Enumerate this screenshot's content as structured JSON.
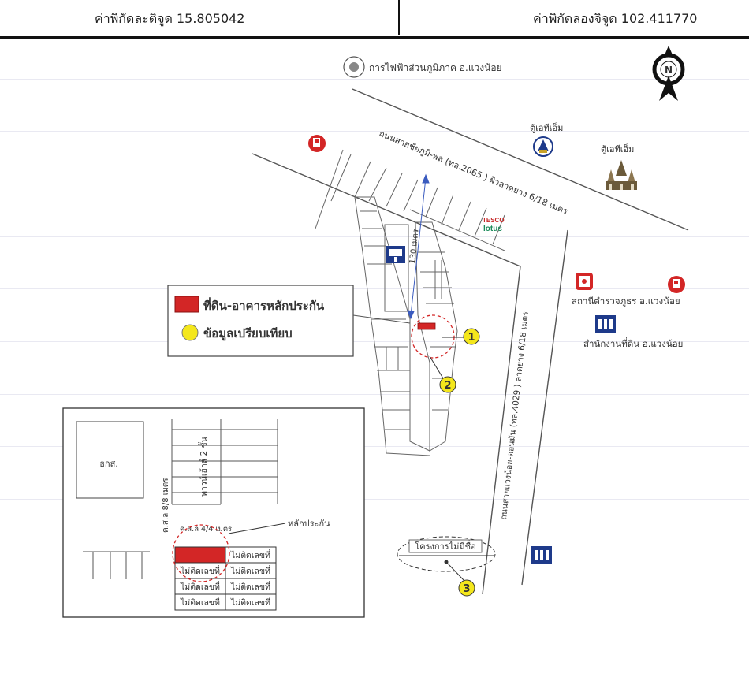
{
  "header": {
    "latitude": "ค่าพิกัดละติจูด 15.805042",
    "longitude": "ค่าพิกัดลองจิจูด 102.411770"
  },
  "compass": {
    "letter": "N"
  },
  "landmarks": {
    "electricity": "การไฟฟ้าส่วนภูมิภาค อ.แวงน้อย",
    "atm1": "ตู้เอทีเอ็ม",
    "atm2": "ตู้เอทีเอ็ม",
    "tesco_top": "TESCO",
    "tesco_bottom": "lotus",
    "police": "สถานีตำรวจภูธร อ.แวงน้อย",
    "land_office": "สำนักงานที่ดิน อ.แวงน้อย",
    "project": "โครงการไม่มีชื่อ",
    "bank": "ธกส."
  },
  "roads": {
    "main": "ถนนสายชัยภูมิ-พล (ทล.2065 ) ผิวลาดยาง 6/18 เมตร",
    "vertical": "ถนนสายแวงน้อย-ดอนมัน (ทล.4029 ) ลาดยาง 6/18 เมตร",
    "distance": "130 เมตร",
    "soi_width": "ค.ส.ล 4/4 เมตร",
    "soi_left": "ค.ส.ล 8/8 เมตร"
  },
  "legend": {
    "collateral": "ที่ดิน-อาคารหลักประกัน",
    "comparison": "ข้อมูลเปรียบเทียบ"
  },
  "inset": {
    "shophouse": "ทาวน์เฮ้าส์ 2 ชั้น",
    "collateral_label": "หลักประกัน",
    "bank": "ธกส.",
    "no_number": "ไม่ติดเลขที่"
  },
  "markers": [
    "1",
    "2",
    "3"
  ]
}
